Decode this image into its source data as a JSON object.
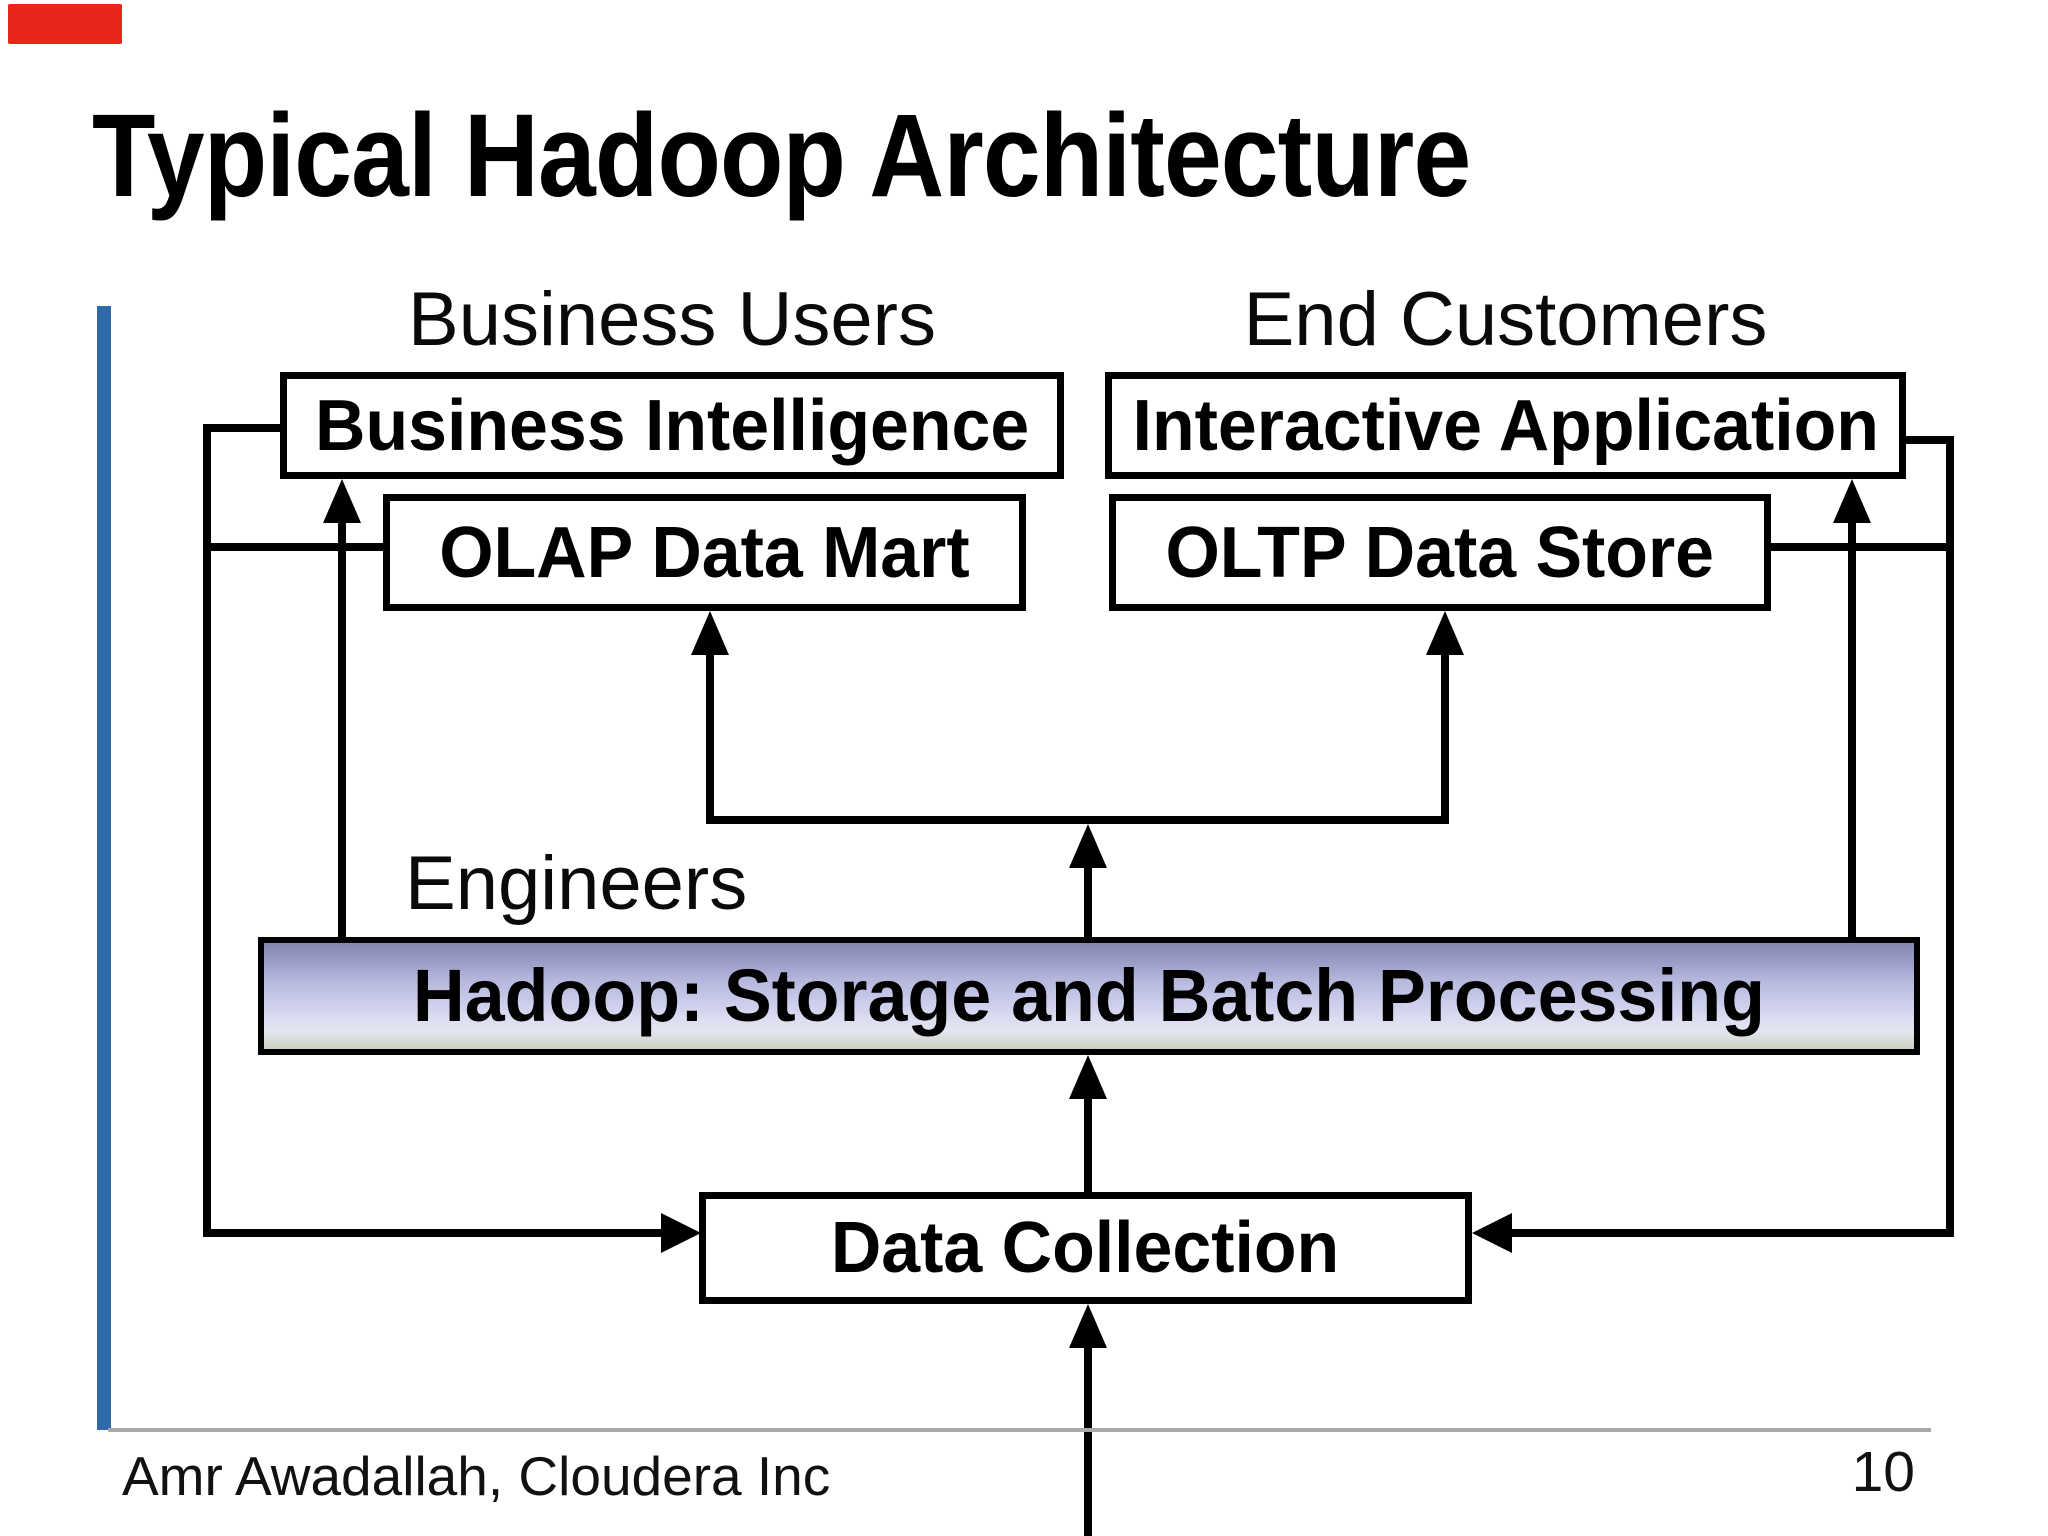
{
  "slide": {
    "title": "Typical Hadoop Architecture",
    "labels": {
      "business_users": "Business Users",
      "end_customers": "End Customers",
      "engineers": "Engineers"
    },
    "boxes": {
      "business_intelligence": "Business Intelligence",
      "interactive_application": "Interactive Application",
      "olap_data_mart": "OLAP Data Mart",
      "oltp_data_store": "OLTP Data Store",
      "hadoop": "Hadoop: Storage and Batch Processing",
      "data_collection": "Data Collection"
    },
    "footer": {
      "author": "Amr Awadallah, Cloudera Inc",
      "page_number": "10"
    },
    "colors": {
      "accent_bar_blue": "#2E6BA8",
      "record_badge_red": "#E8261C",
      "hadoop_gradient_top": "#8487AE",
      "hadoop_gradient_mid": "#C6C8E9",
      "hadoop_gradient_bottom": "#CBD2C2",
      "divider_grey": "#A9A9A9",
      "line_black": "#000000"
    }
  }
}
